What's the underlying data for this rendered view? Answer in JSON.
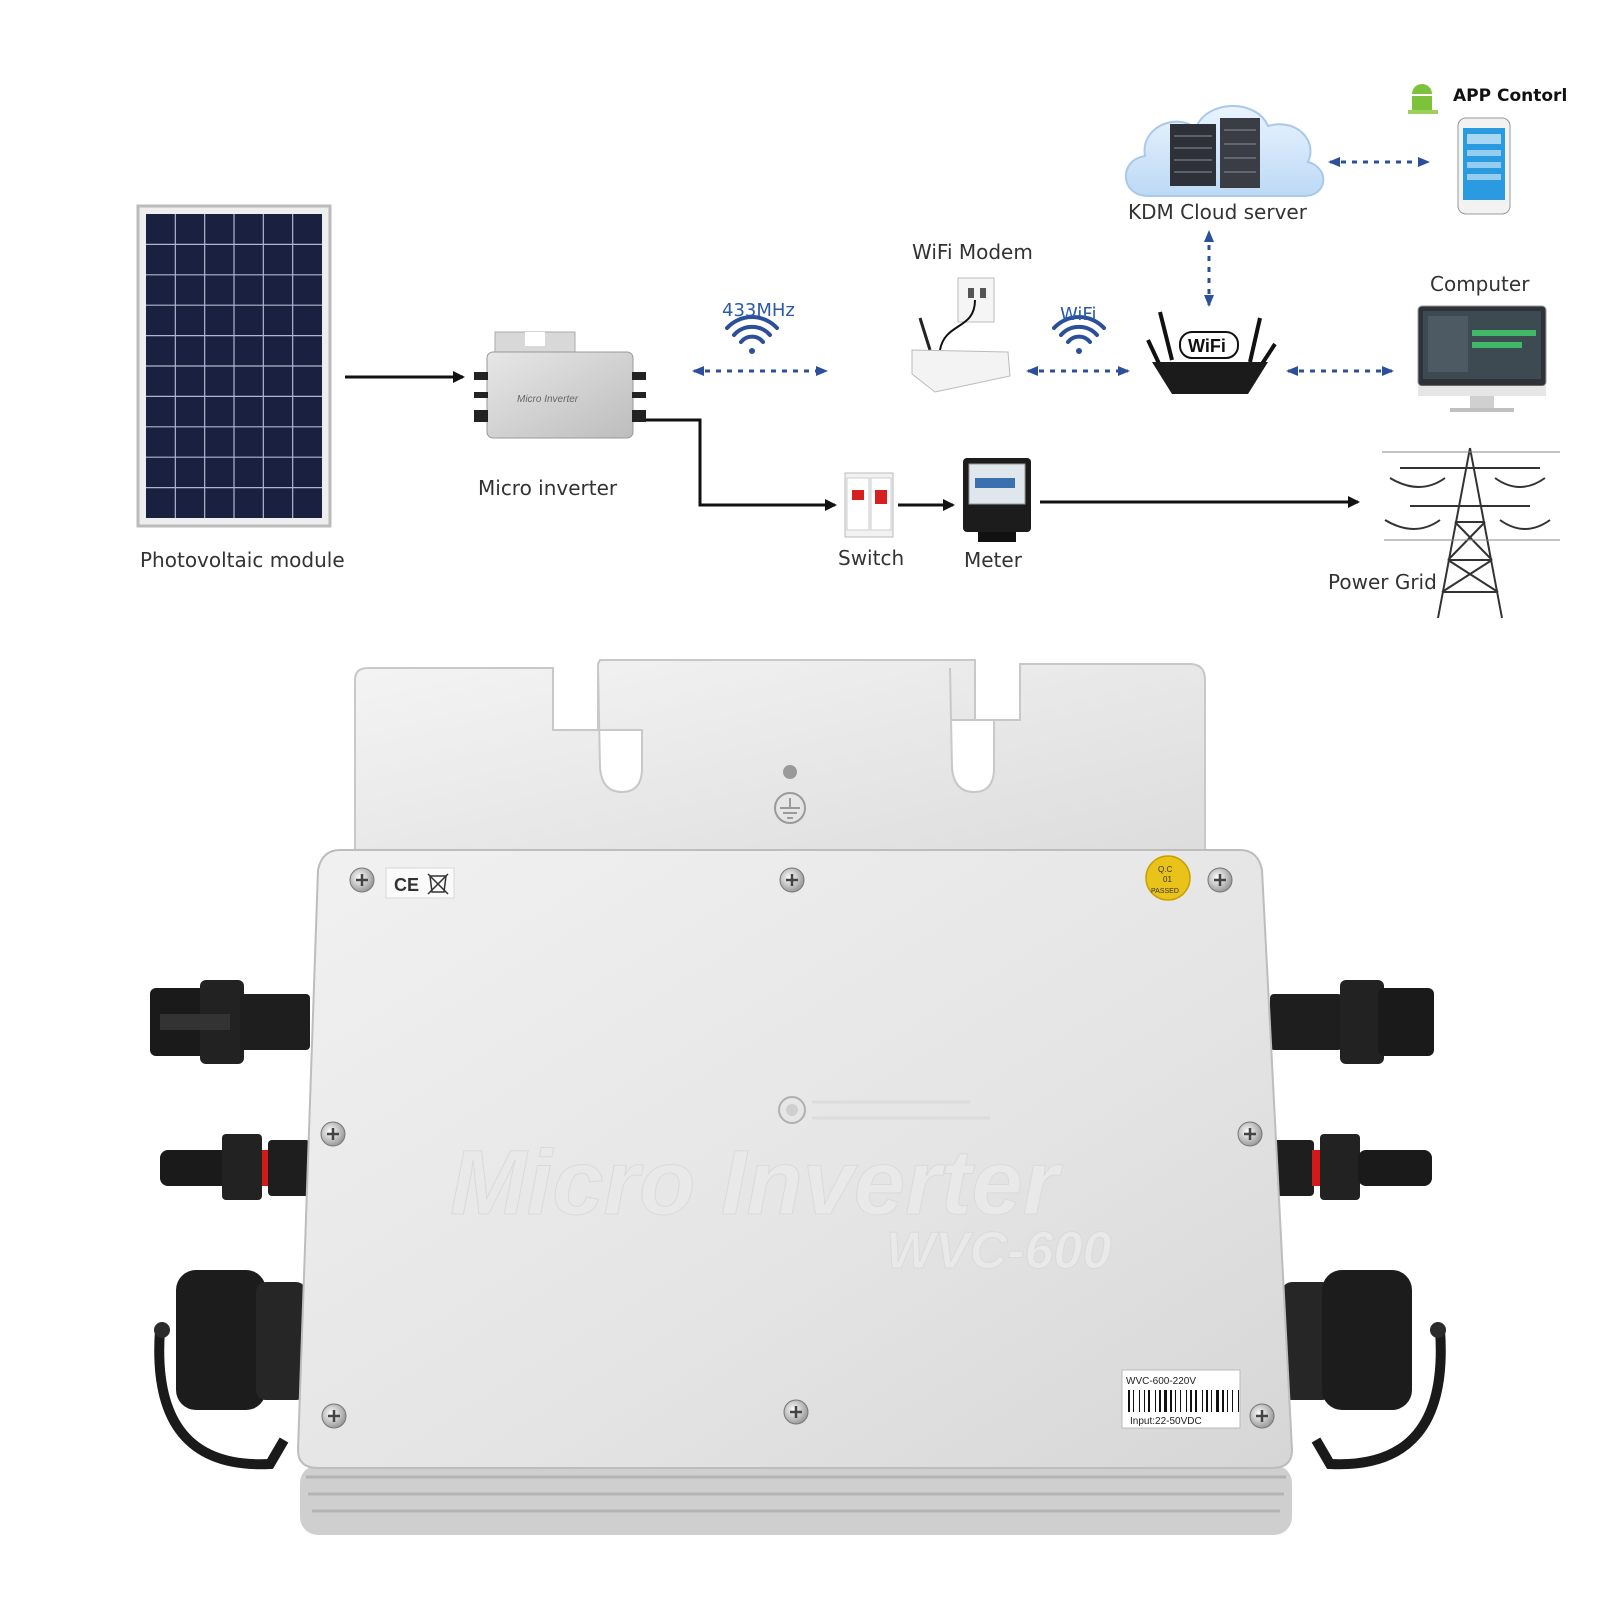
{
  "diagram": {
    "nodes": {
      "pv_module": "Photovoltaic module",
      "micro_inverter": "Micro inverter",
      "switch": "Switch",
      "meter": "Meter",
      "power_grid": "Power Grid",
      "wifi_modem": "WiFi Modem",
      "cloud_server": "KDM Cloud server",
      "computer": "Computer",
      "app_control": "APP Contorl"
    },
    "links": {
      "rf_label": "433MHz",
      "wifi_label": "WiFi"
    },
    "mini_inverter_text": "Micro Inverter",
    "router_badge": "WiFi"
  },
  "product": {
    "watermark_title": "Micro Inverter",
    "watermark_model": "WVC-600",
    "ce_mark": "CE",
    "qc_sticker": {
      "top": "Q.C",
      "middle": "01",
      "bottom": "PASSED"
    },
    "label": {
      "model": "WVC-600-220V",
      "input": "Input:22-50VDC"
    }
  }
}
